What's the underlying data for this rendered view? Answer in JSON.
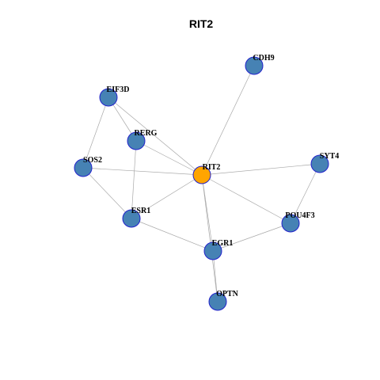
{
  "title": "RIT2",
  "colors": {
    "center_node": "#FFA500",
    "neighbor_node": "#4682B4",
    "node_border": "#2222CC",
    "edge": "#A9A9A9"
  },
  "nodes": [
    {
      "id": "RIT2",
      "label": "RIT2",
      "role": "center"
    },
    {
      "id": "CDH9",
      "label": "CDH9",
      "role": "neighbor"
    },
    {
      "id": "EIF3D",
      "label": "EIF3D",
      "role": "neighbor"
    },
    {
      "id": "RERG",
      "label": "RERG",
      "role": "neighbor"
    },
    {
      "id": "SOS2",
      "label": "SOS2",
      "role": "neighbor"
    },
    {
      "id": "SYT4",
      "label": "SYT4",
      "role": "neighbor"
    },
    {
      "id": "ESR1",
      "label": "ESR1",
      "role": "neighbor"
    },
    {
      "id": "POU4F3",
      "label": "POU4F3",
      "role": "neighbor"
    },
    {
      "id": "EGR1",
      "label": "EGR1",
      "role": "neighbor"
    },
    {
      "id": "OPTN",
      "label": "OPTN",
      "role": "neighbor"
    }
  ],
  "edges": [
    [
      "RIT2",
      "CDH9"
    ],
    [
      "RIT2",
      "EIF3D"
    ],
    [
      "RIT2",
      "RERG"
    ],
    [
      "RIT2",
      "SOS2"
    ],
    [
      "RIT2",
      "SYT4"
    ],
    [
      "RIT2",
      "ESR1"
    ],
    [
      "RIT2",
      "POU4F3"
    ],
    [
      "RIT2",
      "EGR1"
    ],
    [
      "RIT2",
      "OPTN"
    ],
    [
      "EIF3D",
      "RERG"
    ],
    [
      "EIF3D",
      "SOS2"
    ],
    [
      "RERG",
      "ESR1"
    ],
    [
      "SOS2",
      "ESR1"
    ],
    [
      "ESR1",
      "EGR1"
    ],
    [
      "EGR1",
      "POU4F3"
    ],
    [
      "EGR1",
      "OPTN"
    ],
    [
      "POU4F3",
      "SYT4"
    ]
  ]
}
